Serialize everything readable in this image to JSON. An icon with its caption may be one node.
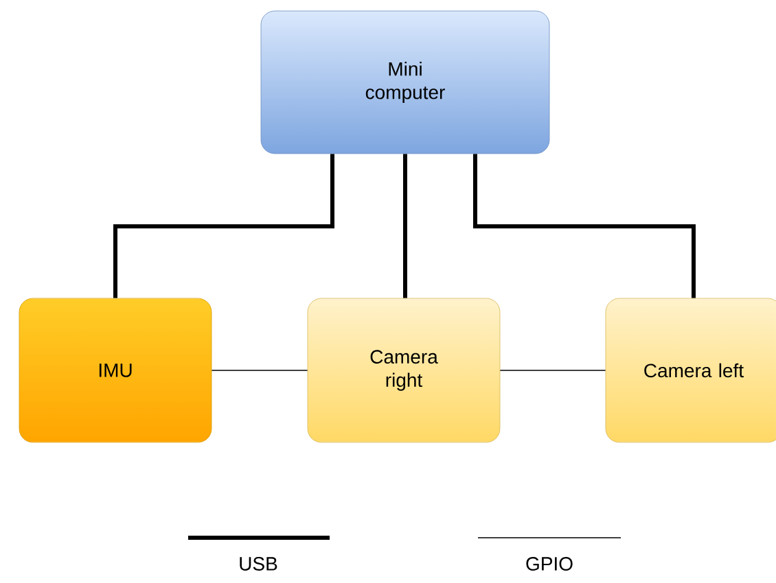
{
  "diagram": {
    "nodes": [
      {
        "text": [
          "Mini computer"
        ]
      },
      {
        "text": [
          "IMU"
        ]
      },
      {
        "text": [
          "Camera right"
        ]
      },
      {
        "text": [
          "Camera left"
        ]
      }
    ],
    "edges": [
      {
        "from": 0,
        "to": 1,
        "arrow": "none"
      },
      {
        "from": 0,
        "to": 2,
        "arrow": "none"
      },
      {
        "from": 0,
        "to": 3,
        "arrow": "none"
      },
      {
        "from": 1,
        "to": 2,
        "arrow": "none"
      },
      {
        "from": 2,
        "to": 3,
        "arrow": "none"
      }
    ],
    "legend": [
      {
        "text": "USB"
      },
      {
        "text": "GPIO"
      }
    ]
  }
}
